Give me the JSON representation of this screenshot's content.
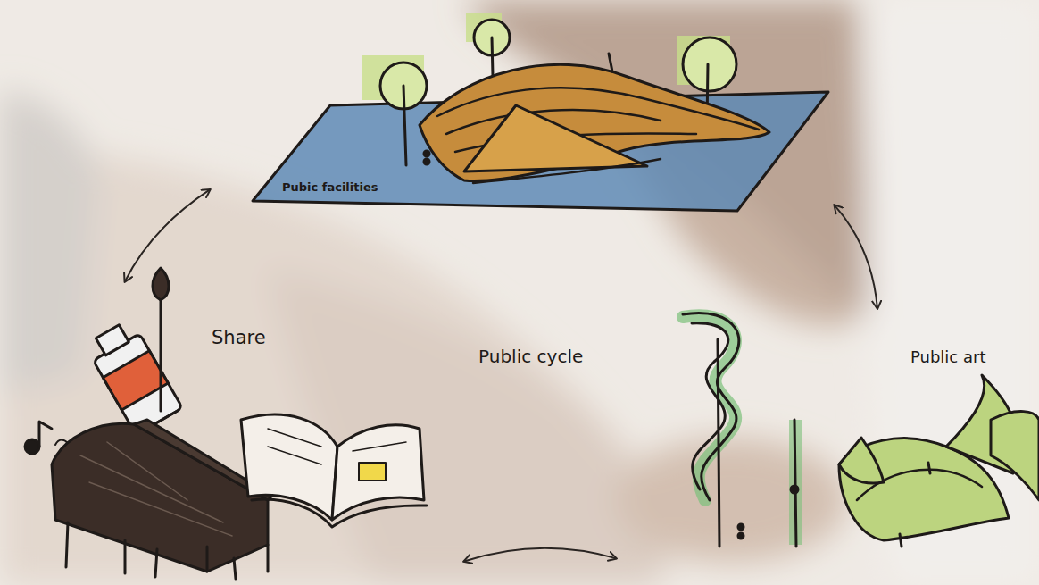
{
  "diagram": {
    "nodes": [
      {
        "text": [
          "Pubic facilities"
        ]
      },
      {
        "text": [
          "Share"
        ]
      },
      {
        "text": [
          "Public art"
        ]
      }
    ],
    "edges": [
      {
        "from": 0,
        "to": 1,
        "arrow": "both"
      },
      {
        "from": 0,
        "to": 2,
        "arrow": "both"
      },
      {
        "from": 1,
        "to": 2,
        "arrow": "both"
      }
    ],
    "labels": [
      "Public cycle"
    ]
  }
}
